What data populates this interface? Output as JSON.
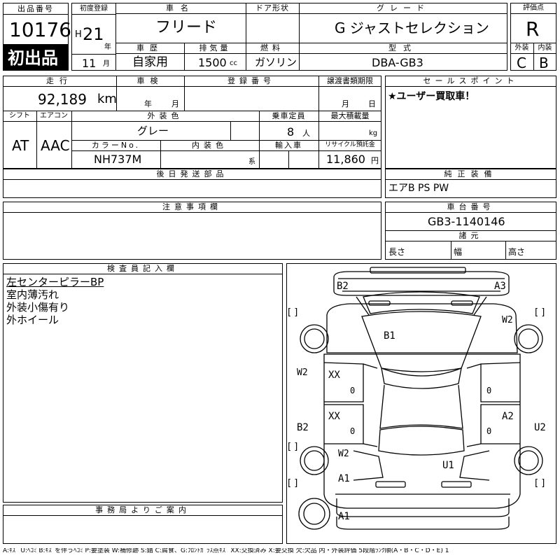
{
  "top": {
    "lot_header": "出品番号",
    "lot_number": "10176",
    "first_listing_badge": "初出品",
    "first_reg_header": "初度登録",
    "era": "H",
    "year": "21",
    "year_unit": "年",
    "month": "11",
    "month_unit": "月",
    "car_name_header": "車名",
    "car_name": "フリード",
    "door_header": "ドア形状",
    "door_value": "",
    "grade_header": "グレード",
    "grade": "G ジャストセレクション",
    "score_header": "評価点",
    "score": "R",
    "history_header": "車歴",
    "history": "自家用",
    "displacement_header": "排気量",
    "displacement": "1500",
    "displacement_unit": "cc",
    "fuel_header": "燃料",
    "fuel": "ガソリン",
    "model_header": "型式",
    "model": "DBA-GB3",
    "exterior_header": "外装",
    "exterior_grade": "C",
    "interior_header": "内装",
    "interior_grade": "B"
  },
  "mid": {
    "mileage_header": "走行",
    "mileage": "92,189",
    "mileage_unit": "km",
    "inspection_header": "車検",
    "inspection_year_unit": "年",
    "inspection_month_unit": "月",
    "plate_header": "登録番号",
    "transfer_header": "譲渡書類期限",
    "transfer_month_unit": "月",
    "transfer_day_unit": "日",
    "shift_header": "シフト",
    "shift": "AT",
    "aircon_header": "エアコン",
    "aircon": "AAC",
    "color_header": "外装色",
    "color": "グレー",
    "capacity_header": "乗車定員",
    "capacity": "8",
    "capacity_unit": "人",
    "max_load_header": "最大積載量",
    "max_load_unit": "kg",
    "color_no_header": "カラーNo.",
    "color_no": "NH737M",
    "interior_color_header": "内装色",
    "interior_color_unit": "系",
    "import_header": "輸入車",
    "recycle_header": "リサイクル預託金",
    "recycle": "11,860",
    "recycle_unit": "円",
    "later_parts_header": "後日発送部品",
    "sales_point_header": "セールスポイント",
    "sales_point": "★ユーザー買取車！",
    "equipment_header": "純正装備",
    "equipment": "エアB PS PW"
  },
  "notes": {
    "caution_header": "注意事項欄",
    "chassis_header": "車台番号",
    "chassis": "GB3-1140146",
    "dims_header": "諸元",
    "length_label": "長さ",
    "width_label": "幅",
    "height_label": "高さ",
    "inspector_header": "検査員記入欄",
    "inspector_lines": [
      "左センターピラーBP",
      "室内薄汚れ",
      "外装小傷有り",
      "外ホイール"
    ],
    "office_header": "事務局よりご案内"
  },
  "diagram": {
    "bracket_left_1": "[ ]",
    "bracket_left_2": "[ ]",
    "bracket_left_3": "[ ]",
    "bracket_right_1": "[ ]",
    "bracket_right_2": "[ ]",
    "marks": {
      "b2_top": "B2",
      "a3_top": "A3",
      "b1_roof": "B1",
      "w2_right_top": "W2",
      "w2_left": "W2",
      "xx_front_door": "XX",
      "zero_1": "0",
      "zero_2": "0",
      "xx_rear_door": "XX",
      "zero_3": "0",
      "zero_4": "0",
      "a2_right": "A2",
      "b2_left": "B2",
      "u2_right": "U2",
      "w2_left_low": "W2",
      "u1_bottom": "U1",
      "a1_left": "A1",
      "a1_spare": "A1"
    }
  },
  "legend": "A:ｷｽﾞ U:ﾍｺﾐ B:ｷｽﾞを伴うﾍｺﾐ P:要塗装 W:補修跡 S:錆 C:腐食、G:ﾌﾛﾝﾄｶﾞﾗｽ点ｷｽﾞ XX:交換済み X:要交換 欠:欠品 内・外装評価 5段階ﾗﾝｸ順(A・B・C・D・E) 1"
}
